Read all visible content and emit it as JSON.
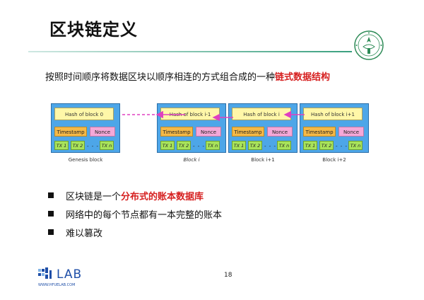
{
  "slide": {
    "title": "区块链定义",
    "description_prefix": "按照时间顺序将数据区块以顺序相连的方式组合成的一种",
    "description_highlight": "链式数据结构",
    "page_number": "18"
  },
  "blocks": [
    {
      "hash": "Hash of block 0",
      "timestamp": "Timestamp",
      "nonce": "Nonce",
      "tx": [
        "TX 1",
        "TX 2",
        "TX n"
      ],
      "label": "Genesis block"
    },
    {
      "hash": "Hash of block i-1",
      "timestamp": "Timestamp",
      "nonce": "Nonce",
      "tx": [
        "TX 1",
        "TX 2",
        "TX n"
      ],
      "label": "Block i"
    },
    {
      "hash": "Hash of block i",
      "timestamp": "Timestamp",
      "nonce": "Nonce",
      "tx": [
        "TX 1",
        "TX 2",
        "TX n"
      ],
      "label": "Block i+1"
    },
    {
      "hash": "Hash of block i+1",
      "timestamp": "Timestamp",
      "nonce": "Nonce",
      "tx": [
        "TX 1",
        "TX 2",
        "TX n"
      ],
      "label": "Block i+2"
    }
  ],
  "bullets": [
    {
      "prefix": "区块链是一个",
      "highlight": "分布式的账本数据库",
      "suffix": ""
    },
    {
      "prefix": "网络中的每个节点都有一本完整的账本",
      "highlight": "",
      "suffix": ""
    },
    {
      "prefix": "难以篡改",
      "highlight": "",
      "suffix": ""
    }
  ],
  "footer": {
    "lab_name": "LAB",
    "lab_url": "WWW.HFUELAB.COM"
  },
  "colors": {
    "accent_red": "#d62020",
    "block_blue": "#4da6e8",
    "hash_yellow": "#fff7a8",
    "timestamp_orange": "#f5b947",
    "nonce_pink": "#f5a8d8",
    "tx_green": "#a8e35a",
    "arrow_magenta": "#e040c0"
  }
}
